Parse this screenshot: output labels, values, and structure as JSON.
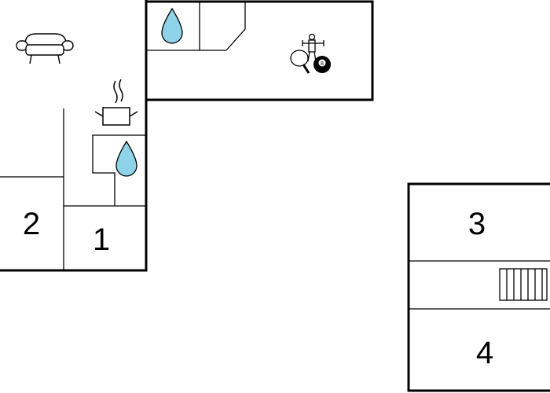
{
  "floorplan": {
    "rooms": [
      {
        "id": "bedroom-2",
        "label": "2"
      },
      {
        "id": "bedroom-1",
        "label": "1"
      },
      {
        "id": "bedroom-3",
        "label": "3"
      },
      {
        "id": "bedroom-4",
        "label": "4"
      }
    ],
    "icons": [
      "sofa-icon",
      "water-drop-icon",
      "cooking-pot-icon",
      "table-tennis-icon",
      "table-football-icon",
      "billiard-ball-icon",
      "staircase-icon"
    ],
    "ball_number": "8",
    "colors": {
      "wall": "#000000",
      "water": "#8fd3e8",
      "background": "#ffffff"
    }
  }
}
